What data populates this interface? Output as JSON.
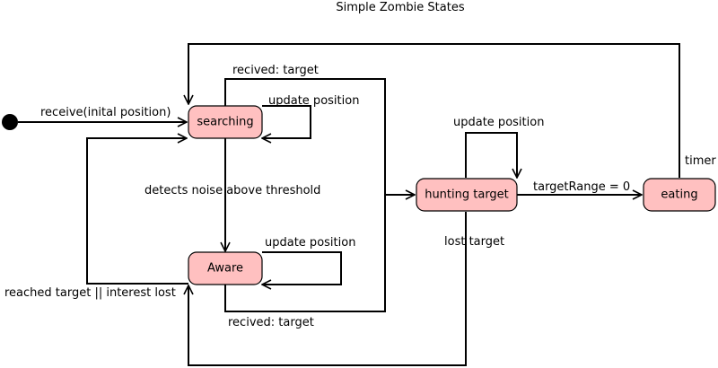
{
  "title": "Simple Zombie States",
  "states": {
    "searching": "searching",
    "aware": "Aware",
    "hunting": "hunting target",
    "eating": "eating"
  },
  "transitions": {
    "initial": "receive(inital position)",
    "searching_self": "update position",
    "searching_to_hunting": "recived: target",
    "searching_to_aware": "detects noise above threshold",
    "aware_self": "update position",
    "aware_to_hunting": "recived: target",
    "aware_to_searching": "reached target || interest lost",
    "hunting_self": "update position",
    "hunting_to_eating": "targetRange = 0",
    "hunting_to_aware": "lost target",
    "eating_to_searching": "timer"
  },
  "colors": {
    "state_fill": "#ffc0c0",
    "stroke": "#000000",
    "background": "#ffffff"
  }
}
